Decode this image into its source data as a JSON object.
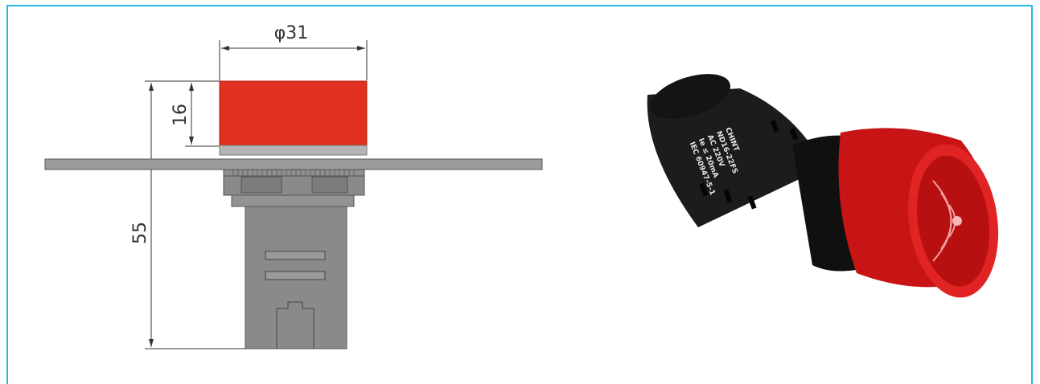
{
  "drawing": {
    "diameter_label": "φ31",
    "cap_height_label": "16",
    "total_height_label": "55"
  },
  "product": {
    "brand": "CHINT",
    "model": "ND16-22FS",
    "voltage": "AC 220V",
    "current": "Ie ≤ 20mA",
    "standard": "IEC 60947-5-1"
  },
  "colors": {
    "frame": "#29b6e6",
    "cap_red": "#e03020",
    "body_gray": "#8a8a8a",
    "photo_red": "#d81818",
    "photo_black": "#1a1a1a"
  }
}
